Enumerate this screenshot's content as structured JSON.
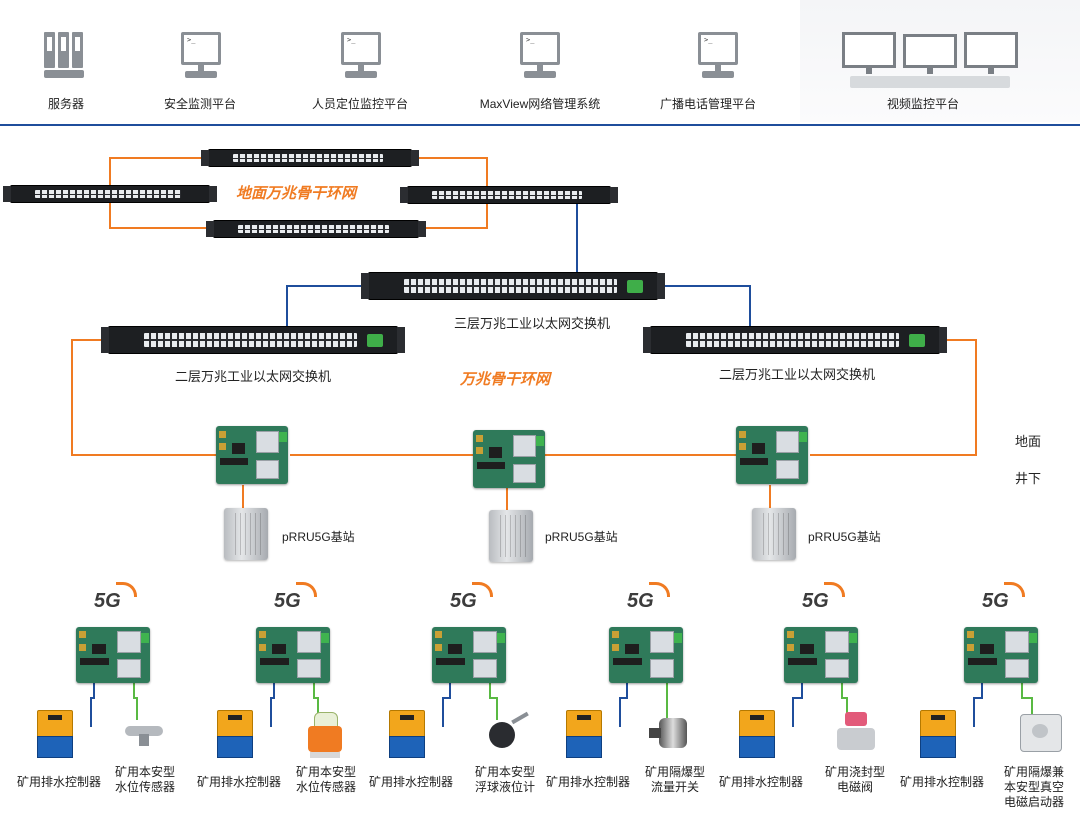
{
  "colors": {
    "ring": "#f07b22",
    "link": "#1f4e9c",
    "header_line": "#1f4e9c"
  },
  "header": {
    "items": [
      {
        "id": "server",
        "icon": "server-icon",
        "label": "服务器"
      },
      {
        "id": "safety",
        "icon": "monitor-icon",
        "label": "安全监测平台"
      },
      {
        "id": "position",
        "icon": "monitor-icon",
        "label": "人员定位监控平台"
      },
      {
        "id": "maxview",
        "icon": "monitor-icon",
        "label": "MaxView网络管理系统"
      },
      {
        "id": "broadcast",
        "icon": "monitor-icon",
        "label": "广播电话管理平台"
      },
      {
        "id": "video",
        "icon": "video-wall-icon",
        "label": "视频监控平台"
      }
    ],
    "terminal_glyph": ">_"
  },
  "network": {
    "ground_ring_label": "地面万兆骨干环网",
    "backbone_ring_label": "万兆骨干环网",
    "core_switch_label": "三层万兆工业以太网交换机",
    "left_switch_label": "二层万兆工业以太网交换机",
    "right_switch_label": "二层万兆工业以太网交换机",
    "surface_label": "地面",
    "underground_label": "井下"
  },
  "base_stations": [
    {
      "label": "pRRU5G基站"
    },
    {
      "label": "pRRU5G基站"
    },
    {
      "label": "pRRU5G基站"
    }
  ],
  "fiveg_badge": "5G",
  "terminals": [
    {
      "controller": "矿用排水控制器",
      "device": "矿用本安型水位传感器",
      "device_icon": "water-level-sensor-icon"
    },
    {
      "controller": "矿用排水控制器",
      "device": "矿用本安型水位传感器",
      "device_icon": "water-level-sensor-orange-icon"
    },
    {
      "controller": "矿用排水控制器",
      "device": "矿用本安型浮球液位计",
      "device_icon": "float-level-gauge-icon"
    },
    {
      "controller": "矿用排水控制器",
      "device": "矿用隔爆型流量开关",
      "device_icon": "flow-switch-icon"
    },
    {
      "controller": "矿用排水控制器",
      "device": "矿用浇封型电磁阀",
      "device_icon": "solenoid-valve-icon"
    },
    {
      "controller": "矿用排水控制器",
      "device": "矿用隔爆兼本安型真空电磁启动器",
      "device_icon": "vacuum-starter-icon"
    }
  ]
}
